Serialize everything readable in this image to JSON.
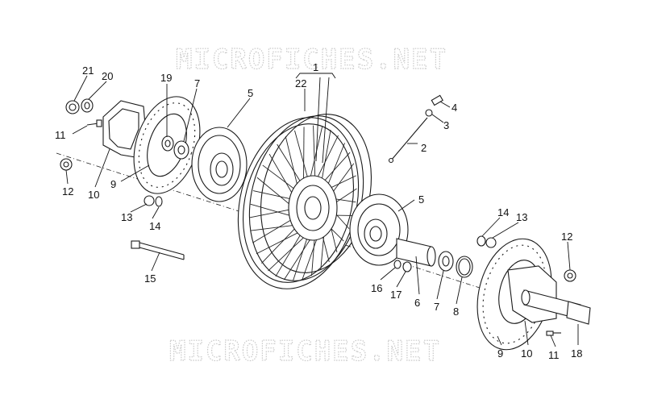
{
  "watermark": {
    "top": "MICROFICHES.NET",
    "bottom": "MICROFICHES.NET"
  },
  "callouts": [
    {
      "id": "c-21a",
      "text": "21"
    },
    {
      "id": "c-20a",
      "text": "20"
    },
    {
      "id": "c-19",
      "text": "19"
    },
    {
      "id": "c-7a",
      "text": "7"
    },
    {
      "id": "c-5a",
      "text": "5"
    },
    {
      "id": "c-1",
      "text": "1"
    },
    {
      "id": "c-22",
      "text": "22"
    },
    {
      "id": "c-4",
      "text": "4"
    },
    {
      "id": "c-3",
      "text": "3"
    },
    {
      "id": "c-2",
      "text": "2"
    },
    {
      "id": "c-11a",
      "text": "11"
    },
    {
      "id": "c-12a",
      "text": "12"
    },
    {
      "id": "c-10a",
      "text": "10"
    },
    {
      "id": "c-9a",
      "text": "9"
    },
    {
      "id": "c-13a",
      "text": "13"
    },
    {
      "id": "c-14a",
      "text": "14"
    },
    {
      "id": "c-15",
      "text": "15"
    },
    {
      "id": "c-5b",
      "text": "5"
    },
    {
      "id": "c-14b",
      "text": "14"
    },
    {
      "id": "c-13b",
      "text": "13"
    },
    {
      "id": "c-12b",
      "text": "12"
    },
    {
      "id": "c-16",
      "text": "16"
    },
    {
      "id": "c-17",
      "text": "17"
    },
    {
      "id": "c-6",
      "text": "6"
    },
    {
      "id": "c-7b",
      "text": "7"
    },
    {
      "id": "c-8",
      "text": "8"
    },
    {
      "id": "c-9b",
      "text": "9"
    },
    {
      "id": "c-10b",
      "text": "10"
    },
    {
      "id": "c-11b",
      "text": "11"
    },
    {
      "id": "c-18",
      "text": "18"
    }
  ]
}
